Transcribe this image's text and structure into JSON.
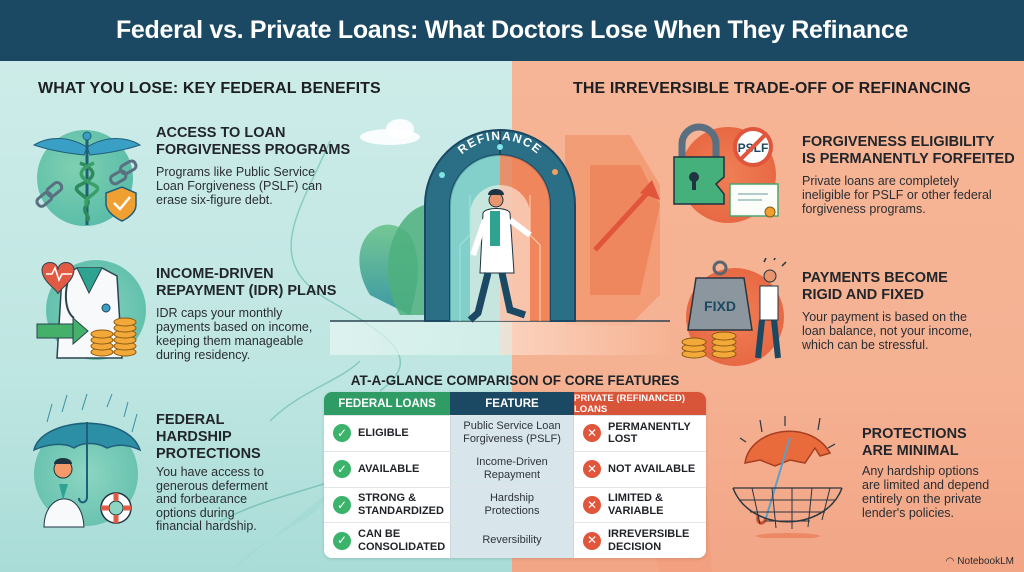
{
  "title": "Federal vs. Private Loans: What Doctors Lose When They Refinance",
  "left": {
    "heading": "WHAT YOU LOSE: KEY FEDERAL BENEFITS",
    "items": [
      {
        "icon": "caduceus-broken-chain-shield-icon",
        "heading_lines": [
          "ACCESS TO LOAN",
          "FORGIVENESS PROGRAMS"
        ],
        "desc_lines": [
          "Programs like Public Service",
          "Loan Forgiveness (PSLF) can",
          "erase six-figure debt."
        ]
      },
      {
        "icon": "doctor-coat-heart-coins-icon",
        "heading_lines": [
          "INCOME-DRIVEN",
          "REPAYMENT (IDR) PLANS"
        ],
        "desc_lines": [
          "IDR caps your monthly",
          "payments based on income,",
          "keeping them manageable",
          "during residency."
        ]
      },
      {
        "icon": "umbrella-doctor-lifebuoy-icon",
        "heading_lines": [
          "FEDERAL",
          "HARDSHIP",
          "PROTECTIONS"
        ],
        "desc_lines": [
          "You have access to",
          "generous deferment",
          "and forbearance",
          "options during",
          "financial hardship."
        ]
      }
    ]
  },
  "right": {
    "heading": "THE IRREVERSIBLE TRADE-OFF OF REFINANCING",
    "items": [
      {
        "icon": "broken-lock-no-pslf-certificate-icon",
        "icon_label": "PSLF",
        "heading_lines": [
          "FORGIVENESS ELIGIBILITY",
          "IS PERMANENTLY FORFEITED"
        ],
        "desc_lines": [
          "Private loans are completely",
          "ineligible for PSLF or other federal",
          "forgiveness programs."
        ]
      },
      {
        "icon": "fixed-weight-stressed-man-icon",
        "icon_label": "FIXD",
        "heading_lines": [
          "PAYMENTS BECOME",
          "RIGID AND FIXED"
        ],
        "desc_lines": [
          "Your payment is based on the",
          "loan balance, not your income,",
          "which can be stressful."
        ]
      },
      {
        "icon": "broken-umbrella-net-icon",
        "heading_lines": [
          "PROTECTIONS",
          "ARE MINIMAL"
        ],
        "desc_lines": [
          "Any hardship options",
          "are limited and depend",
          "entirely on the private",
          "lender's policies."
        ]
      }
    ]
  },
  "center": {
    "arch_label": "REFINANCE"
  },
  "comparison": {
    "title": "AT-A-GLANCE COMPARISON OF CORE FEATURES",
    "headers": {
      "federal": "FEDERAL LOANS",
      "feature": "FEATURE",
      "private": "PRIVATE (REFINANCED) LOANS"
    },
    "rows": [
      {
        "federal": [
          "ELIGIBLE"
        ],
        "feature": [
          "Public Service Loan",
          "Forgiveness (PSLF)"
        ],
        "private": [
          "PERMANENTLY",
          "LOST"
        ]
      },
      {
        "federal": [
          "AVAILABLE"
        ],
        "feature": [
          "Income-Driven",
          "Repayment"
        ],
        "private": [
          "NOT AVAILABLE"
        ]
      },
      {
        "federal": [
          "STRONG &",
          "STANDARDIZED"
        ],
        "feature": [
          "Hardship",
          "Protections"
        ],
        "private": [
          "LIMITED &",
          "VARIABLE"
        ]
      },
      {
        "federal": [
          "CAN BE",
          "CONSOLIDATED"
        ],
        "feature": [
          "Reversibility"
        ],
        "private": [
          "IRREVERSIBLE",
          "DECISION"
        ]
      }
    ],
    "check_glyph": "✓",
    "cross_glyph": "✕"
  },
  "watermark": "NotebookLM",
  "colors": {
    "title_bg": "#1b4863",
    "federal_green": "#2f9c66",
    "feature_navy": "#1b4863",
    "private_red": "#d9553a",
    "left_bg": "#c6e9e5",
    "right_bg": "#f5b293"
  }
}
